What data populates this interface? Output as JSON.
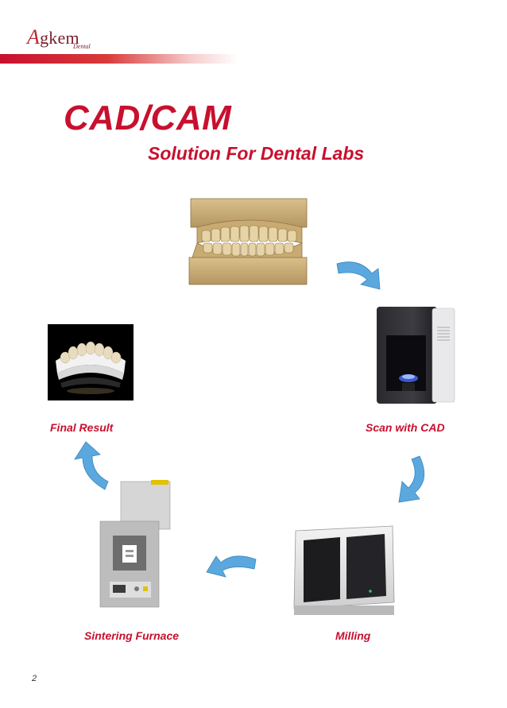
{
  "header": {
    "logo_main": "gkem",
    "logo_initial": "A",
    "logo_sub": "Dental",
    "bar_color": "#c8102e"
  },
  "title": "CAD/CAM",
  "subtitle": "Solution For Dental Labs",
  "steps": {
    "final": "Final Result",
    "scan": "Scan with CAD",
    "sinter": "Sintering Furnace",
    "mill": "Milling"
  },
  "page_number": "2",
  "colors": {
    "accent": "#c8102e",
    "arrow": "#5aa8de"
  }
}
